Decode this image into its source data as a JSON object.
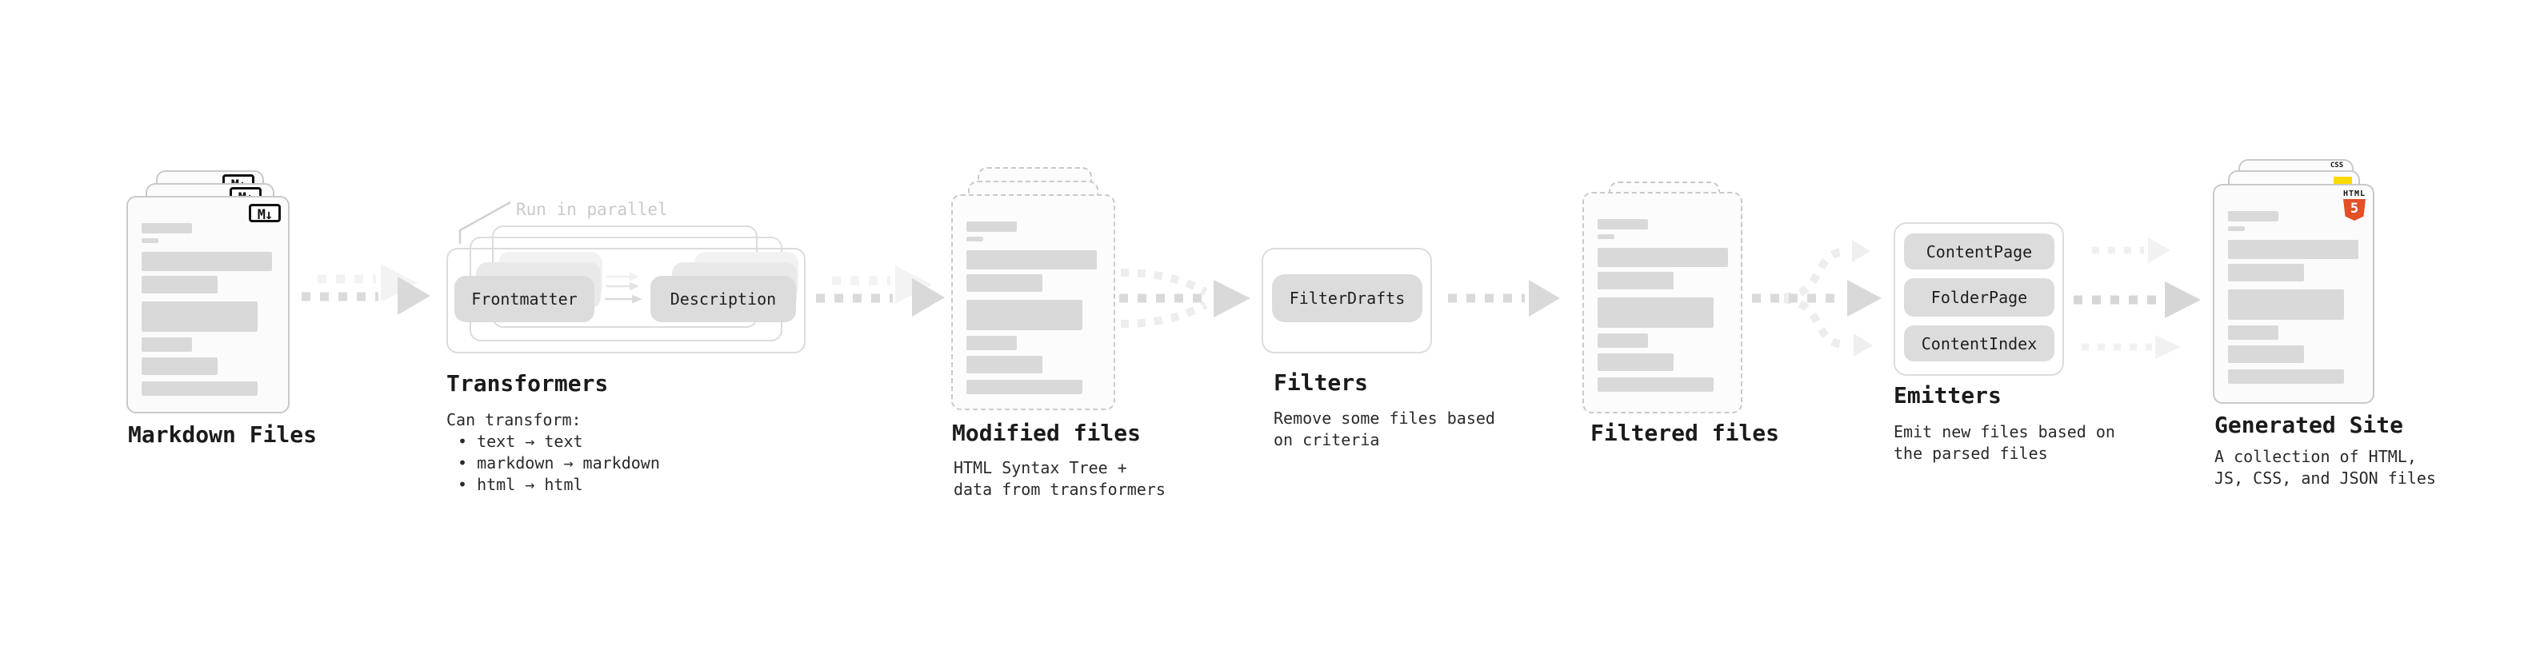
{
  "stages": {
    "markdown_files": {
      "title": "Markdown Files",
      "badge": "M↓"
    },
    "transformers": {
      "title": "Transformers",
      "callout": "Run in parallel",
      "pills": [
        "Frontmatter",
        "Description"
      ],
      "note_title": "Can transform:",
      "bullets": [
        "text → text",
        "markdown → markdown",
        "html → html"
      ]
    },
    "modified_files": {
      "title": "Modified files",
      "note_lines": [
        "HTML Syntax Tree +",
        "data from transformers"
      ]
    },
    "filters": {
      "title": "Filters",
      "pills": [
        "FilterDrafts"
      ],
      "note_lines": [
        "Remove some files based",
        "on criteria"
      ]
    },
    "filtered_files": {
      "title": "Filtered files"
    },
    "emitters": {
      "title": "Emitters",
      "pills": [
        "ContentPage",
        "FolderPage",
        "ContentIndex"
      ],
      "note_lines": [
        "Emit new files based on",
        "the parsed files"
      ]
    },
    "generated_site": {
      "title": "Generated Site",
      "note_lines": [
        "A collection of HTML,",
        "JS, CSS, and JSON files"
      ],
      "badges": {
        "html_label": "HTML",
        "html_number": "5",
        "css_label": "CSS"
      }
    }
  },
  "colors": {
    "html5_orange": "#e34f26",
    "js_yellow": "#ffd900",
    "css_blue": "#2760e5",
    "flow_gray": "#d9d9d9"
  }
}
